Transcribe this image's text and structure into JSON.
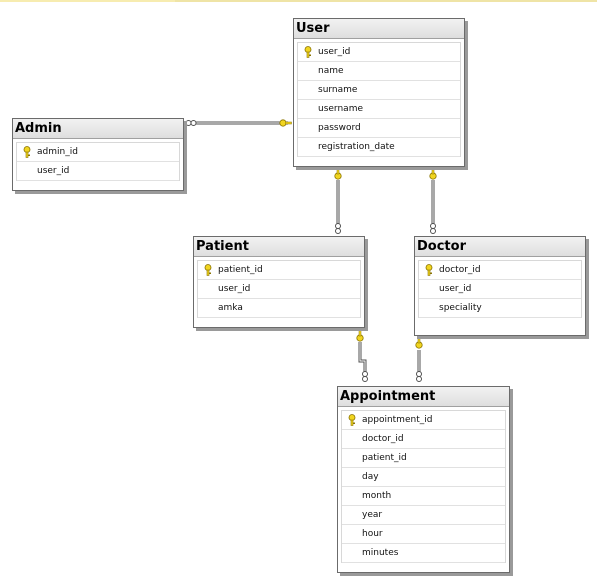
{
  "tables": {
    "user": {
      "title": "User",
      "columns": [
        {
          "name": "user_id",
          "primary_key": true
        },
        {
          "name": "name",
          "primary_key": false
        },
        {
          "name": "surname",
          "primary_key": false
        },
        {
          "name": "username",
          "primary_key": false
        },
        {
          "name": "password",
          "primary_key": false
        },
        {
          "name": "registration_date",
          "primary_key": false
        }
      ]
    },
    "admin": {
      "title": "Admin",
      "columns": [
        {
          "name": "admin_id",
          "primary_key": true
        },
        {
          "name": "user_id",
          "primary_key": false
        }
      ]
    },
    "patient": {
      "title": "Patient",
      "columns": [
        {
          "name": "patient_id",
          "primary_key": true
        },
        {
          "name": "user_id",
          "primary_key": false
        },
        {
          "name": "amka",
          "primary_key": false
        }
      ]
    },
    "doctor": {
      "title": "Doctor",
      "columns": [
        {
          "name": "doctor_id",
          "primary_key": true
        },
        {
          "name": "user_id",
          "primary_key": false
        },
        {
          "name": "speciality",
          "primary_key": false
        }
      ]
    },
    "appointment": {
      "title": "Appointment",
      "columns": [
        {
          "name": "appointment_id",
          "primary_key": true
        },
        {
          "name": "doctor_id",
          "primary_key": false
        },
        {
          "name": "patient_id",
          "primary_key": false
        },
        {
          "name": "day",
          "primary_key": false
        },
        {
          "name": "month",
          "primary_key": false
        },
        {
          "name": "year",
          "primary_key": false
        },
        {
          "name": "hour",
          "primary_key": false
        },
        {
          "name": "minutes",
          "primary_key": false
        }
      ]
    }
  },
  "relationships": [
    {
      "from": "admin",
      "to": "user",
      "one_end": "user",
      "many_end": "admin"
    },
    {
      "from": "patient",
      "to": "user",
      "one_end": "user",
      "many_end": "patient"
    },
    {
      "from": "doctor",
      "to": "user",
      "one_end": "user",
      "many_end": "doctor"
    },
    {
      "from": "appointment",
      "to": "patient",
      "one_end": "patient",
      "many_end": "appointment"
    },
    {
      "from": "appointment",
      "to": "doctor",
      "one_end": "doctor",
      "many_end": "appointment"
    }
  ],
  "icons": {
    "primary_key": "key-icon"
  },
  "colors": {
    "key_fill": "#f1d520",
    "key_stroke": "#8a7300",
    "line": "#505050"
  }
}
